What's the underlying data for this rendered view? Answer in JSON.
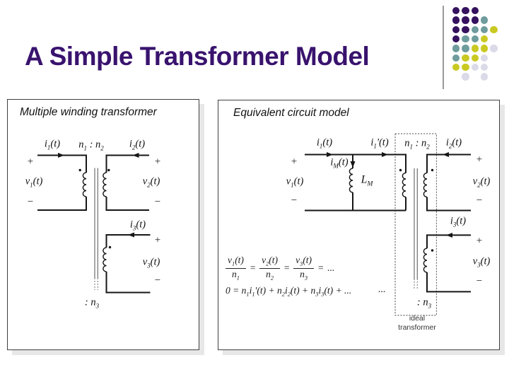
{
  "slide": {
    "title": "A Simple Transformer Model",
    "title_color": "#39136e"
  },
  "decor": {
    "divider_color": "#9a9a9a",
    "palette": {
      "P": "#35115e",
      "T": "#6f9c9c",
      "Y": "#c9c922",
      "L": "#dadae8"
    },
    "rows": [
      "PPP",
      "PPPT",
      "PPTTY",
      "PTTY",
      "TTYYL",
      "TYYL",
      "YYLL",
      ".L.L"
    ]
  },
  "signs": {
    "plus": "+",
    "minus": "−"
  },
  "left_panel": {
    "heading": "Multiple winding transformer",
    "labels": {
      "i1": {
        "base": "i",
        "sub": "1",
        "suffix": "(t)"
      },
      "i2": {
        "base": "i",
        "sub": "2",
        "suffix": "(t)"
      },
      "i3": {
        "base": "i",
        "sub": "3",
        "suffix": "(t)"
      },
      "v1": {
        "base": "v",
        "sub": "1",
        "suffix": "(t)"
      },
      "v2": {
        "base": "v",
        "sub": "2",
        "suffix": "(t)"
      },
      "v3": {
        "base": "v",
        "sub": "3",
        "suffix": "(t)"
      },
      "ratio": {
        "n1b": "n",
        "n1s": "1",
        "colon": " : ",
        "n2b": "n",
        "n2s": "2"
      },
      "n3": {
        "colon": ": ",
        "base": "n",
        "sub": "3"
      }
    }
  },
  "right_panel": {
    "heading": "Equivalent circuit model",
    "labels": {
      "i1": {
        "base": "i",
        "sub": "1",
        "suffix": "(t)"
      },
      "i1p": {
        "base": "i",
        "sub": "1",
        "prime": "'",
        "suffix": "(t)"
      },
      "im": {
        "base": "i",
        "sub": "M",
        "suffix": "(t)"
      },
      "lm": {
        "base": "L",
        "sub": "M"
      },
      "i2": {
        "base": "i",
        "sub": "2",
        "suffix": "(t)"
      },
      "i3": {
        "base": "i",
        "sub": "3",
        "suffix": "(t)"
      },
      "v1": {
        "base": "v",
        "sub": "1",
        "suffix": "(t)"
      },
      "v2": {
        "base": "v",
        "sub": "2",
        "suffix": "(t)"
      },
      "v3": {
        "base": "v",
        "sub": "3",
        "suffix": "(t)"
      },
      "ratio": {
        "n1b": "n",
        "n1s": "1",
        "colon": " : ",
        "n2b": "n",
        "n2s": "2"
      },
      "n3": {
        "colon": ": ",
        "base": "n",
        "sub": "3"
      },
      "ellipsis": "...",
      "ideal_caption_line1": "ideal",
      "ideal_caption_line2": "transformer"
    },
    "equations": {
      "eq1": {
        "f1n": {
          "b": "v",
          "s": "1",
          "f": "(t)"
        },
        "f1d": {
          "b": "n",
          "s": "1"
        },
        "f2n": {
          "b": "v",
          "s": "2",
          "f": "(t)"
        },
        "f2d": {
          "b": "n",
          "s": "2"
        },
        "f3n": {
          "b": "v",
          "s": "3",
          "f": "(t)"
        },
        "f3d": {
          "b": "n",
          "s": "3"
        },
        "eq": "=",
        "tail": "..."
      },
      "eq2": {
        "zero": "0 = ",
        "t1": {
          "nb": "n",
          "ns": "1",
          "ib": "i",
          "is": "1",
          "pr": "'",
          "f": "(t)"
        },
        "plus": " + ",
        "t2": {
          "nb": "n",
          "ns": "2",
          "ib": "i",
          "is": "2",
          "pr": "",
          "f": "(t)"
        },
        "t3": {
          "nb": "n",
          "ns": "3",
          "ib": "i",
          "is": "3",
          "pr": "",
          "f": "(t)"
        },
        "tail": " + ..."
      }
    }
  }
}
